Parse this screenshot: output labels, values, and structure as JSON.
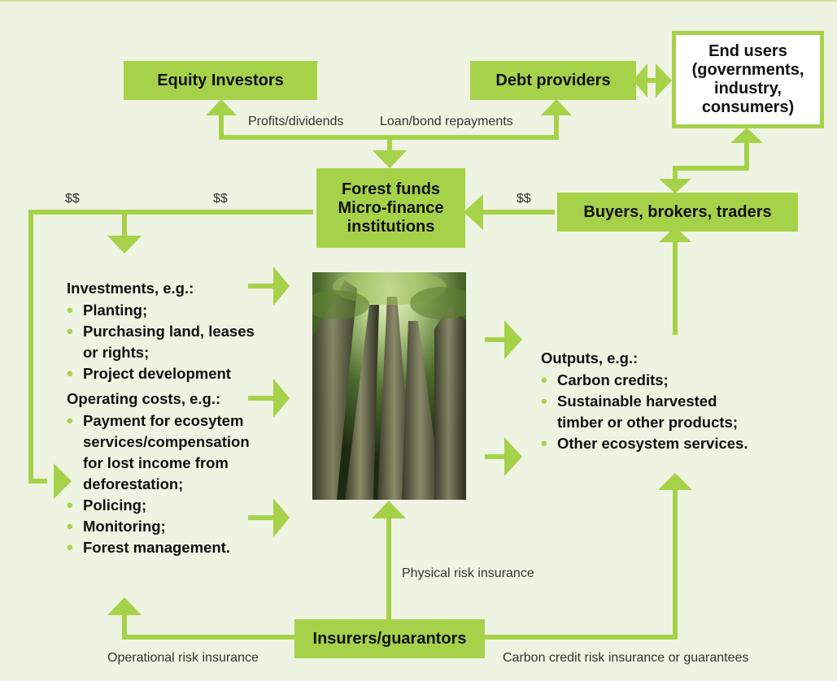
{
  "boxes": {
    "equity_investors": "Equity Investors",
    "debt_providers": "Debt providers",
    "end_users": [
      "End users",
      "(governments,",
      "industry,",
      "consumers)"
    ],
    "forest_funds": [
      "Forest funds",
      "Micro-finance",
      "institutions"
    ],
    "buyers": "Buyers, brokers, traders",
    "insurers": "Insurers/guarantors"
  },
  "labels": {
    "profits": "Profits/dividends",
    "loan": "Loan/bond repayments",
    "money_left_1": "$$",
    "money_left_2": "$$",
    "money_right": "$$",
    "physical_risk": "Physical risk insurance",
    "operational_risk": "Operational risk insurance",
    "carbon_risk": "Carbon credit risk insurance or guarantees"
  },
  "investments": {
    "heading": "Investments, e.g.:",
    "items": [
      "Planting;",
      "Purchasing land, leases",
      "or rights;",
      "Project development"
    ]
  },
  "operating": {
    "heading": "Operating costs, e.g.:",
    "items": [
      "Payment for ecosytem",
      "services/compensation",
      "for lost income from",
      "deforestation;",
      "Policing;",
      "Monitoring;",
      "Forest management."
    ]
  },
  "outputs": {
    "heading": "Outputs, e.g.:",
    "items": [
      "Carbon credits;",
      "Sustainable harvested",
      "timber or other products;",
      "Other ecosystem services."
    ]
  },
  "colors": {
    "accent": "#a6d24a",
    "background": "#eef4e1"
  }
}
